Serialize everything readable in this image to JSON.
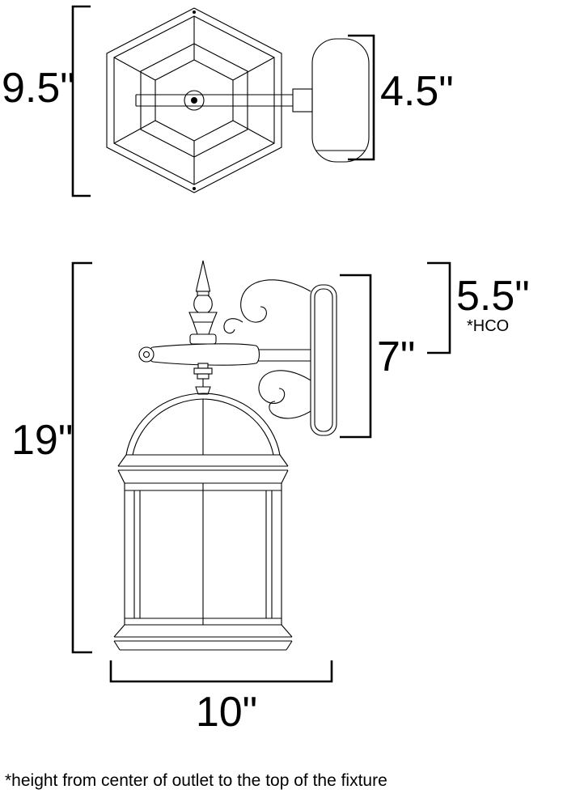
{
  "colors": {
    "ink": "#000000",
    "background": "#ffffff"
  },
  "top_view": {
    "overall_height_label": "9.5\"",
    "backplate_width_label": "4.5\""
  },
  "side_view": {
    "overall_height_label": "19\"",
    "backplate_height_label": "7\"",
    "hco_height_label": "5.5\"",
    "hco_note": "*HCO",
    "projection_label": "10\""
  },
  "footnote": "*height from center of outlet to the top of the fixture"
}
